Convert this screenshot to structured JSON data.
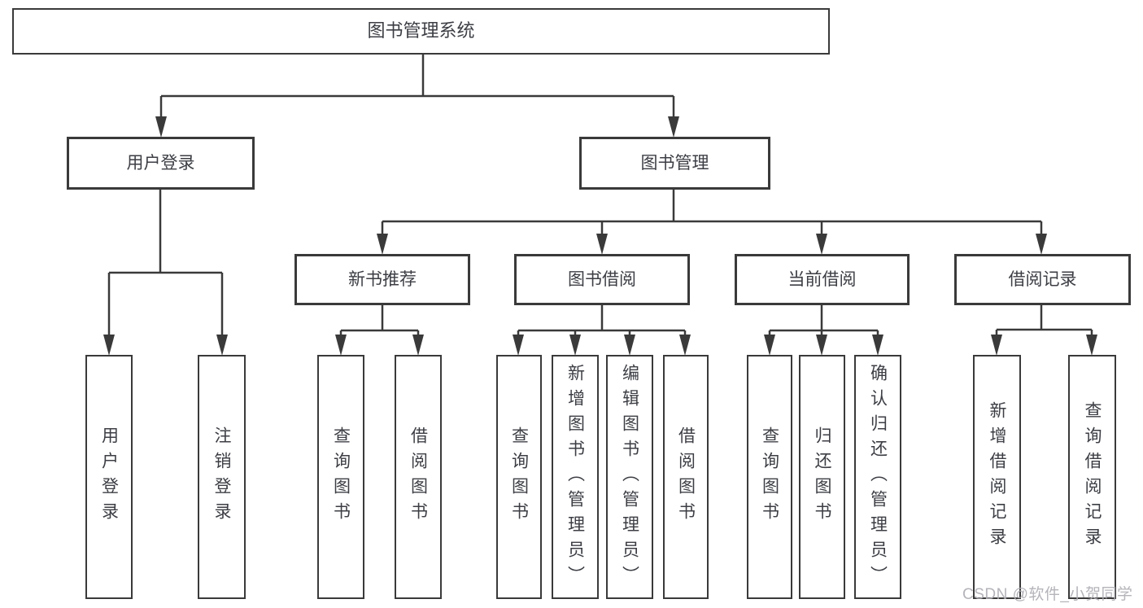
{
  "colors": {
    "background": "#ffffff",
    "line": "#3a3a3a",
    "box_border": "#3a3a3a",
    "box_fill": "#ffffff",
    "text": "#3c3e44",
    "watermark": "#aeaeb4"
  },
  "diagram": {
    "type": "hierarchy-tree",
    "root": {
      "label": "图书管理系统",
      "children": [
        {
          "label": "用户登录",
          "children": [
            {
              "label": "用户登录"
            },
            {
              "label": "注销登录"
            }
          ]
        },
        {
          "label": "图书管理",
          "children": [
            {
              "label": "新书推荐",
              "children": [
                {
                  "label": "查询图书"
                },
                {
                  "label": "借阅图书"
                }
              ]
            },
            {
              "label": "图书借阅",
              "children": [
                {
                  "label": "查询图书"
                },
                {
                  "label": "新增图书（管理员）"
                },
                {
                  "label": "编辑图书（管理员）"
                },
                {
                  "label": "借阅图书"
                }
              ]
            },
            {
              "label": "当前借阅",
              "children": [
                {
                  "label": "查询图书"
                },
                {
                  "label": "归还图书"
                },
                {
                  "label": "确认归还（管理员）"
                }
              ]
            },
            {
              "label": "借阅记录",
              "children": [
                {
                  "label": "新增借阅记录"
                },
                {
                  "label": "查询借阅记录"
                }
              ]
            }
          ]
        }
      ]
    }
  },
  "watermark": {
    "text": "CSDN @软件_小贺同学"
  }
}
